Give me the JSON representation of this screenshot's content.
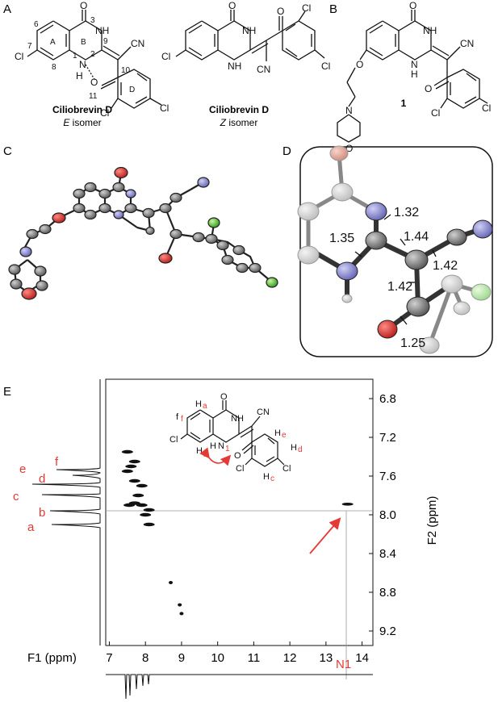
{
  "panel_labels": {
    "a": "A",
    "b": "B",
    "c": "C",
    "d": "D",
    "e": "E"
  },
  "panel_a": {
    "ring_labels": [
      "A",
      "B",
      "D"
    ],
    "atom_numbers": [
      "3",
      "6",
      "7",
      "8",
      "1",
      "2",
      "9",
      "10",
      "11"
    ],
    "atoms": {
      "o": "O",
      "nh": "NH",
      "n": "N",
      "h": "H",
      "cl": "Cl",
      "cn": "CN"
    },
    "e_isomer": {
      "name": "Ciliobrevin D",
      "isomer_letter": "E",
      "isomer_word": "isomer"
    },
    "z_isomer": {
      "name": "Ciliobrevin D",
      "isomer_letter": "Z",
      "isomer_word": "isomer"
    }
  },
  "panel_b": {
    "compound_label": "1",
    "atoms": {
      "o": "O",
      "nh": "NH",
      "n": "N",
      "h": "H",
      "cl": "Cl",
      "cn": "CN"
    }
  },
  "panel_d": {
    "bond_lengths": [
      "1.32",
      "1.35",
      "1.44",
      "1.42",
      "1.42",
      "1.25"
    ]
  },
  "panel_e": {
    "x_axis": {
      "label": "F1 (ppm)",
      "ticks": [
        "7",
        "8",
        "9",
        "10",
        "11",
        "12",
        "13",
        "14"
      ]
    },
    "y_axis": {
      "label": "F2 (ppm)",
      "ticks": [
        "6.8",
        "7.2",
        "7.6",
        "8.0",
        "8.4",
        "8.8",
        "9.2"
      ]
    },
    "peak_labels": [
      "e",
      "f",
      "d",
      "c",
      "b",
      "a"
    ],
    "n1_label": "N1",
    "inset_h_labels": [
      "a",
      "f",
      "b",
      "e",
      "d",
      "c"
    ],
    "inset_n_label": "1",
    "colors": {
      "annotation": "#e53935"
    }
  },
  "chart_data": {
    "type": "scatter",
    "title": "",
    "xlabel": "F1 (ppm)",
    "ylabel": "F2 (ppm)",
    "xlim": [
      6.9,
      14.3
    ],
    "ylim": [
      9.35,
      6.6
    ],
    "grid": false,
    "series": [
      {
        "x": [
          7.5,
          7.6,
          7.7,
          7.8,
          7.9,
          8.0,
          8.1,
          7.5,
          7.7,
          7.9,
          8.1,
          7.55,
          7.7,
          13.6,
          8.7,
          8.95,
          9.0
        ],
        "y": [
          7.35,
          7.5,
          7.65,
          7.8,
          7.9,
          8.0,
          8.1,
          7.55,
          7.45,
          7.7,
          7.95,
          7.9,
          7.88,
          7.89,
          8.7,
          8.93,
          9.02
        ]
      }
    ]
  }
}
